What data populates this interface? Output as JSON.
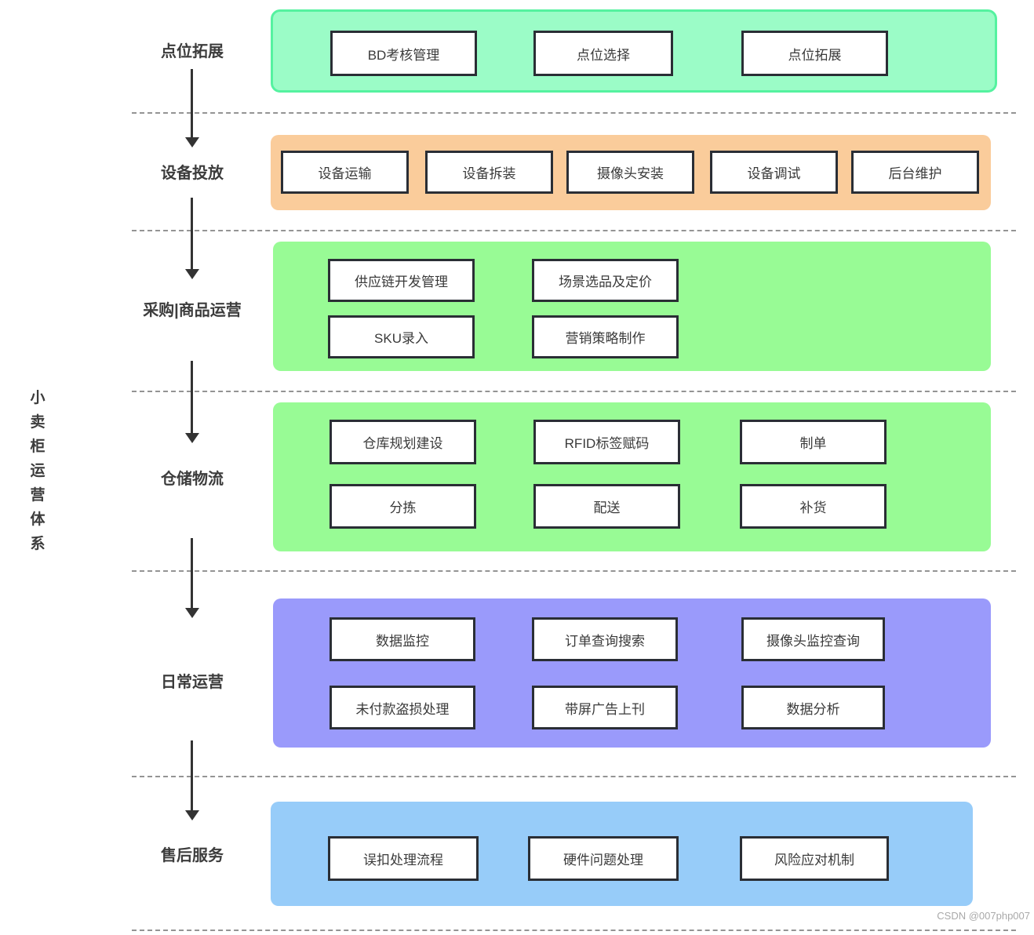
{
  "sidebar_title": "小卖柜运营体系",
  "watermark": "CSDN @007php007",
  "colors": {
    "stage1_fill": "#9BFCC7",
    "stage1_border": "#55F2A0",
    "stage2_fill": "#FACC9B",
    "stage3_fill": "#98FB95",
    "stage4_fill": "#98FB95",
    "stage5_fill": "#9A9AFB",
    "stage6_fill": "#97CCF9",
    "node_border": "#2A2E35",
    "node_fill": "#FFFFFF",
    "arrow": "#333333",
    "label_text": "#3C3C3C",
    "dash_line": "#949494",
    "watermark_text": "#A9A9A9"
  },
  "stages": [
    {
      "label": "点位拓展",
      "rows": [
        [
          "BD考核管理",
          "点位选择",
          "点位拓展"
        ]
      ]
    },
    {
      "label": "设备投放",
      "rows": [
        [
          "设备运输",
          "设备拆装",
          "摄像头安装",
          "设备调试",
          "后台维护"
        ]
      ]
    },
    {
      "label": "采购|商品运营",
      "rows": [
        [
          "供应链开发管理",
          "场景选品及定价"
        ],
        [
          "SKU录入",
          "营销策略制作"
        ]
      ]
    },
    {
      "label": "仓储物流",
      "rows": [
        [
          "仓库规划建设",
          "RFID标签赋码",
          "制单"
        ],
        [
          "分拣",
          "配送",
          "补货"
        ]
      ]
    },
    {
      "label": "日常运营",
      "rows": [
        [
          "数据监控",
          "订单查询搜索",
          "摄像头监控查询"
        ],
        [
          "未付款盗损处理",
          "带屏广告上刊",
          "数据分析"
        ]
      ]
    },
    {
      "label": "售后服务",
      "rows": [
        [
          "误扣处理流程",
          "硬件问题处理",
          "风险应对机制"
        ]
      ]
    }
  ]
}
